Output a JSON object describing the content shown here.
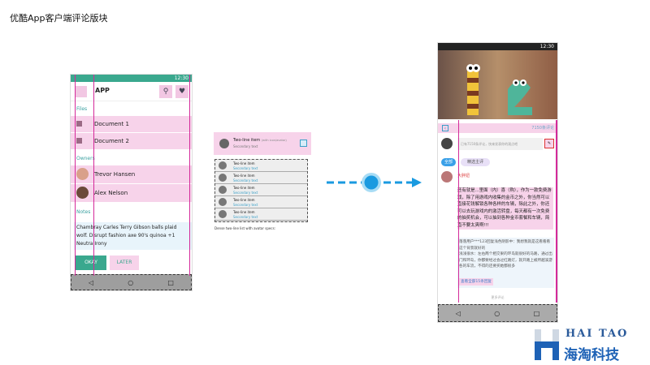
{
  "page_title": "优酷App客户端评论版块",
  "left_phone": {
    "status_time": "12:30",
    "app_title": "APP",
    "section_files": "Files",
    "documents": [
      "Document 1",
      "Document 2"
    ],
    "section_owners": "Owners",
    "owners": [
      "Trevor Hansen",
      "Alex Nelson"
    ],
    "section_notes": "Notes",
    "notes_text": "Chambray Carles Terry Gibson balls plaid wolf. Disrupt fashion axe 90's quinoa +1 Neutra  Irony",
    "okay_label": "OKAY",
    "later_label": "LATER",
    "nav_back": "◁",
    "nav_home": "○",
    "nav_recent": "□",
    "colors": {
      "accent": "#3aa88e",
      "highlight": "#f7d3ea",
      "guide": "#d42a9a"
    }
  },
  "middle": {
    "item_title": "Two-line item",
    "item_hint": "(with icon/avatar)",
    "item_secondary": "Secondary text",
    "dense_rows": [
      {
        "title": "Two-line item",
        "secondary": "Secondary text"
      },
      {
        "title": "Two-line item",
        "secondary": "Secondary text"
      },
      {
        "title": "Two-line item",
        "secondary": "Secondary text"
      },
      {
        "title": "Two-line item",
        "secondary": "Secondary text"
      },
      {
        "title": "Two-line item",
        "secondary": "Secondary text"
      }
    ],
    "caption": "Dense two-line list with avatar specs:"
  },
  "right_phone": {
    "status_time": "12:30",
    "comment_count": "7150条评论",
    "input_placeholder": "已有7150条评论，快来发表你的观点吧",
    "filter_all": "全部",
    "filter_highlight": "精选主评",
    "commenter_name": "大胖妞",
    "comment_text": "还有就是...里面（内）喜（购），作为一款免费游戏，除了用游戏内收集的金币之外，你当然可以直接花钱解锁各种各样的车辆，除此之外，你还可以去玩游戏内的激活转盘，每天都有一次免费的抽奖机会，可以抽到各种金币套餐和车辆，简直不要太爽啊!!!",
    "reply_1": "落落用户***123回复浅色阴影中：我想我就是这看看看这个背景就好的",
    "reply_2": "浅浅很水：左右两个相交果的环岛就很好的马路，通过出门和环岛，你都要经过会过红路灯，就开路上被所越溪游各的车流，不得的还要买她都很多",
    "reply_more": "查看全部15条回复",
    "view_more": "更多评论",
    "nav_back": "◁",
    "nav_home": "○",
    "nav_recent": "□"
  },
  "logo": {
    "en": "HAI TAO",
    "cn": "海淘科技",
    "color": "#1e62b6"
  }
}
